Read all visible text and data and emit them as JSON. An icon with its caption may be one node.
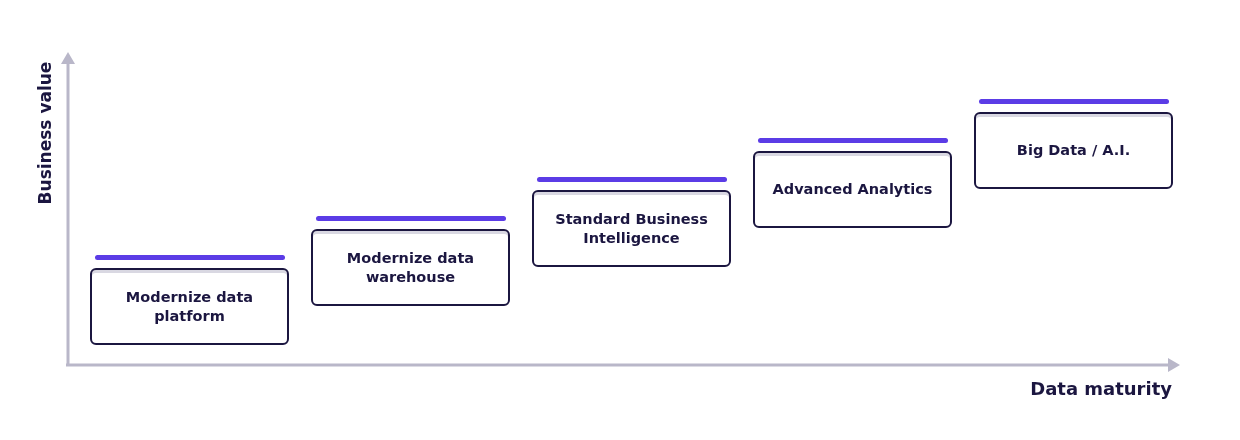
{
  "diagram": {
    "nodes": [
      {
        "text": [
          "Modernize data platform"
        ]
      },
      {
        "text": [
          "Modernize data warehouse"
        ]
      },
      {
        "text": [
          "Standard Business Intelligence"
        ]
      },
      {
        "text": [
          "Advanced Analytics"
        ]
      },
      {
        "text": [
          "Big Data / A.I."
        ]
      }
    ],
    "labels": [
      "Business value",
      "Data maturity"
    ]
  }
}
